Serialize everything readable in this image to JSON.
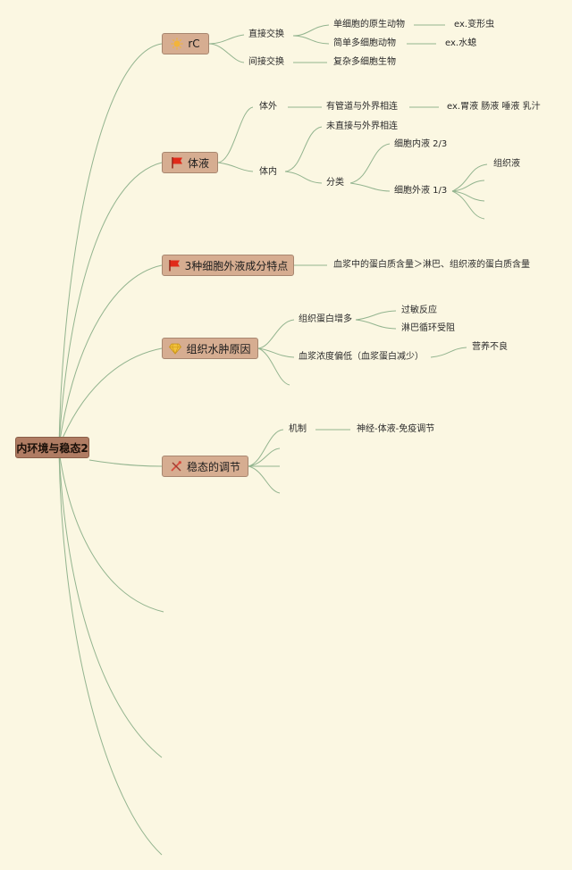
{
  "mindmap": {
    "root": "内环境与稳态2",
    "branches": [
      {
        "icon": "sun-icon",
        "label": "rC",
        "children": [
          {
            "label": "直接交换",
            "children": [
              {
                "label": "单细胞的原生动物",
                "children": [
                  {
                    "label": "ex.变形虫"
                  }
                ]
              },
              {
                "label": "简单多细胞动物",
                "children": [
                  {
                    "label": "ex.水螅"
                  }
                ]
              }
            ]
          },
          {
            "label": "间接交换",
            "children": [
              {
                "label": "复杂多细胞生物"
              }
            ]
          }
        ]
      },
      {
        "icon": "red-flag-icon",
        "label": "体液",
        "children": [
          {
            "label": "体外",
            "children": [
              {
                "label": "有管道与外界相连",
                "children": [
                  {
                    "label": "ex.胃液 肠液 唾液 乳汁"
                  }
                ]
              }
            ]
          },
          {
            "label": "体内",
            "children": [
              {
                "label": "未直接与外界相连"
              },
              {
                "label": "分类",
                "children": [
                  {
                    "label": "细胞内液 2/3"
                  },
                  {
                    "label": "细胞外液 1/3",
                    "children": [
                      {
                        "label": "组织液"
                      }
                    ]
                  }
                ]
              }
            ]
          }
        ]
      },
      {
        "icon": "red-flag-icon",
        "label": "3种细胞外液成分特点",
        "children": [
          {
            "label": "血浆中的蛋白质含量＞淋巴、组织液的蛋白质含量"
          }
        ]
      },
      {
        "icon": "diamond-icon",
        "label": "组织水肿原因",
        "children": [
          {
            "label": "组织蛋白增多",
            "children": [
              {
                "label": "过敏反应"
              },
              {
                "label": "淋巴循环受阻"
              }
            ]
          },
          {
            "label": "血浆浓度偏低（血浆蛋白减少）",
            "children": [
              {
                "label": "营养不良"
              }
            ]
          }
        ]
      },
      {
        "icon": "tools-icon",
        "label": "稳态的调节",
        "children": [
          {
            "label": "机制",
            "children": [
              {
                "label": "神经-体液-免疫调节"
              }
            ]
          }
        ]
      }
    ]
  },
  "colors": {
    "background": "#fbf7e2",
    "topic_fill": "#d6ad91",
    "root_fill": "#b07c63",
    "connector": "#93b48f",
    "flag": "#e02a1a",
    "sun": "#f2b43a",
    "diamond": "#f2c23c",
    "tools": "#d94a3c"
  }
}
